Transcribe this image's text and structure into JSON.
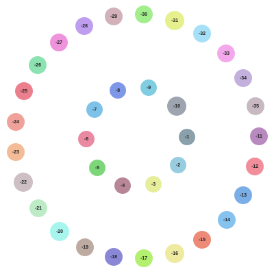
{
  "nodes": [
    {
      "label": "-1",
      "color": "#8aa0aa"
    },
    {
      "label": "-2",
      "color": "#98cde0"
    },
    {
      "label": "-3",
      "color": "#e6ee9c"
    },
    {
      "label": "-4",
      "color": "#b78797"
    },
    {
      "label": "-5",
      "color": "#7ed67a"
    },
    {
      "label": "-6",
      "color": "#ea8aa2"
    },
    {
      "label": "-7",
      "color": "#7ec2ea"
    },
    {
      "label": "-8",
      "color": "#7e97e6"
    },
    {
      "label": "-9",
      "color": "#80cce0"
    },
    {
      "label": "-10",
      "color": "#9ea4b0"
    },
    {
      "label": "-11",
      "color": "#b98ac0"
    },
    {
      "label": "-12",
      "color": "#f28e9c"
    },
    {
      "label": "-13",
      "color": "#7aaee6"
    },
    {
      "label": "-14",
      "color": "#86c2ee"
    },
    {
      "label": "-15",
      "color": "#ee8a78"
    },
    {
      "label": "-16",
      "color": "#eeeaa0"
    },
    {
      "label": "-17",
      "color": "#b4f070"
    },
    {
      "label": "-18",
      "color": "#8a88d6"
    },
    {
      "label": "-19",
      "color": "#bdaba2"
    },
    {
      "label": "-20",
      "color": "#a8f5ee"
    },
    {
      "label": "-21",
      "color": "#bcebc6"
    },
    {
      "label": "-22",
      "color": "#cdbfc3"
    },
    {
      "label": "-23",
      "color": "#f3bb96"
    },
    {
      "label": "-24",
      "color": "#f0a29a"
    },
    {
      "label": "-25",
      "color": "#ec7f8d"
    },
    {
      "label": "-26",
      "color": "#8de2b1"
    },
    {
      "label": "-27",
      "color": "#ee93dc"
    },
    {
      "label": "-28",
      "color": "#bf9ef0"
    },
    {
      "label": "-29",
      "color": "#d2b1ba"
    },
    {
      "label": "-30",
      "color": "#a2ee8c"
    },
    {
      "label": "-31",
      "color": "#e6f08c"
    },
    {
      "label": "-32",
      "color": "#a6e0f6"
    },
    {
      "label": "-33",
      "color": "#f4a8ec"
    },
    {
      "label": "-34",
      "color": "#c3b0dc"
    },
    {
      "label": "-35",
      "color": "#c7b8c2"
    }
  ]
}
